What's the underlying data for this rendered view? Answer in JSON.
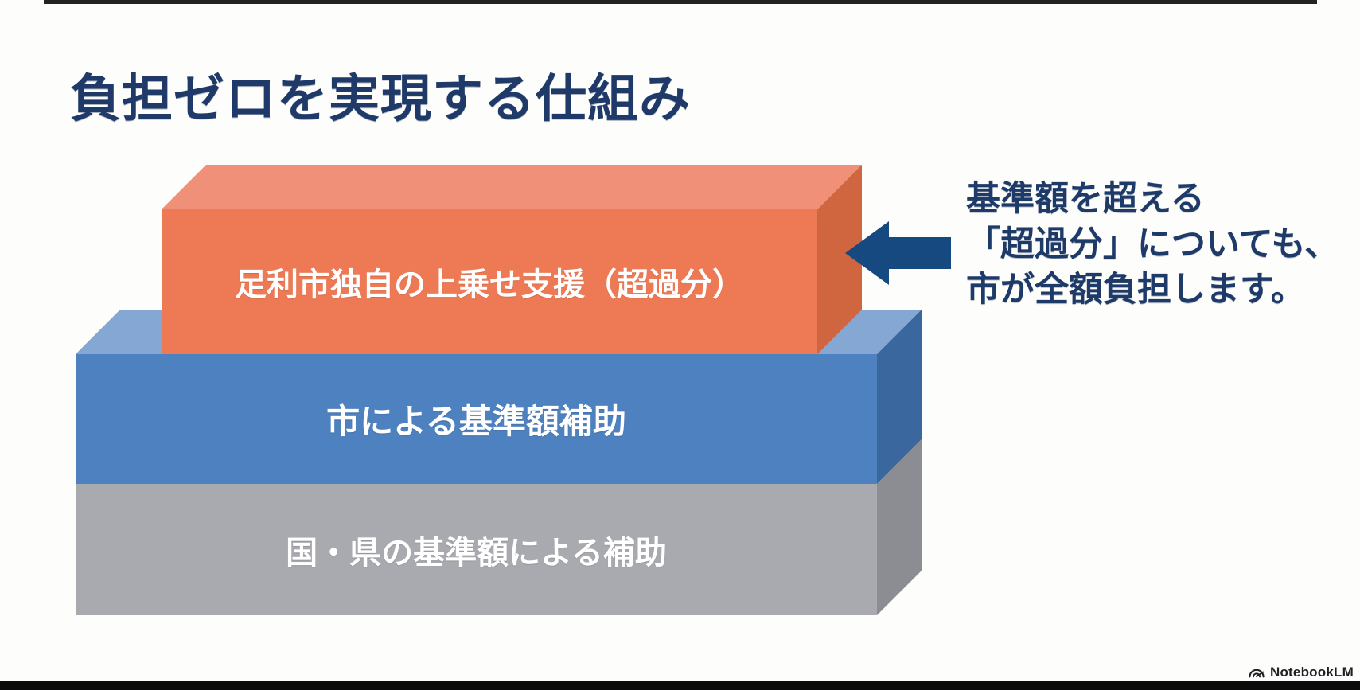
{
  "slide": {
    "title": "負担ゼロを実現する仕組み",
    "title_color": "#1f3a68",
    "background": "#fdfdfb",
    "blocks": [
      {
        "id": "city-extra-support",
        "label": "足利市独自の上乗せ支援（超過分）",
        "front_color": "#ee7a55",
        "top_color": "#f19078",
        "side_color": "#d0663f",
        "text_color": "#ffffff"
      },
      {
        "id": "city-standard-subsidy",
        "label": "市による基準額補助",
        "front_color": "#4e81bf",
        "top_color": "#84a7d3",
        "side_color": "#3a689e",
        "text_color": "#ffffff"
      },
      {
        "id": "national-pref-subsidy",
        "label": "国・県の基準額による補助",
        "front_color": "#a9aaaf",
        "side_color": "#8b8d92",
        "text_color": "#ffffff"
      }
    ],
    "annotation": {
      "lines": [
        "基準額を超える",
        "「超過分」についても、",
        "市が全額負担します。"
      ],
      "color": "#1e3a68",
      "arrow_color": "#15497f"
    }
  },
  "watermark": {
    "label": "NotebookLM"
  }
}
